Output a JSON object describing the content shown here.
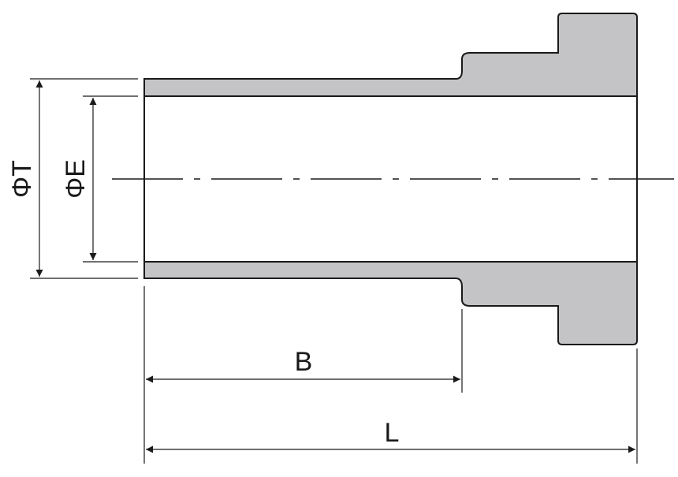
{
  "labels": {
    "outer_diameter": "ΦT",
    "inner_diameter": "ΦE",
    "bore_length": "B",
    "overall_length": "L"
  },
  "colors": {
    "part_fill": "#c4c4c6",
    "line": "#1a1a1a",
    "background": "#ffffff"
  }
}
